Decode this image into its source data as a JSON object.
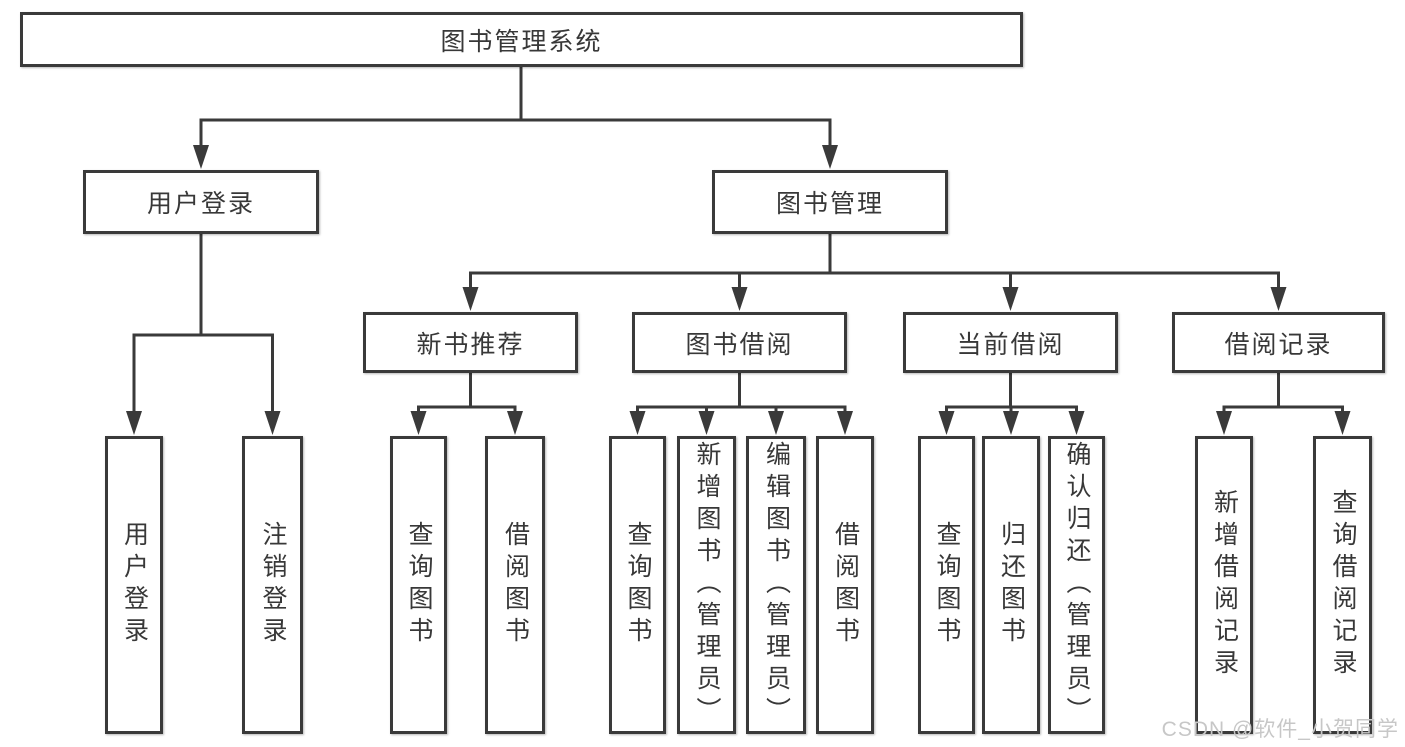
{
  "tree": {
    "root": {
      "label": "图书管理系统"
    },
    "branches": [
      {
        "label": "用户登录",
        "children": [
          {
            "label": "用户登录"
          },
          {
            "label": "注销登录"
          }
        ]
      },
      {
        "label": "图书管理",
        "children": [
          {
            "label": "新书推荐",
            "children": [
              {
                "label": "查询图书"
              },
              {
                "label": "借阅图书"
              }
            ]
          },
          {
            "label": "图书借阅",
            "children": [
              {
                "label": "查询图书"
              },
              {
                "label": "新增图书（管理员）"
              },
              {
                "label": "编辑图书（管理员）"
              },
              {
                "label": "借阅图书"
              }
            ]
          },
          {
            "label": "当前借阅",
            "children": [
              {
                "label": "查询图书"
              },
              {
                "label": "归还图书"
              },
              {
                "label": "确认归还（管理员）"
              }
            ]
          },
          {
            "label": "借阅记录",
            "children": [
              {
                "label": "新增借阅记录"
              },
              {
                "label": "查询借阅记录"
              }
            ]
          }
        ]
      }
    ]
  },
  "watermark": {
    "text": "CSDN @软件_小贺同学"
  },
  "colors": {
    "line": "#3a3a3a",
    "box_border": "#3a3a3a",
    "text": "#383838",
    "watermark": "#c7c7c7",
    "background": "#ffffff"
  }
}
